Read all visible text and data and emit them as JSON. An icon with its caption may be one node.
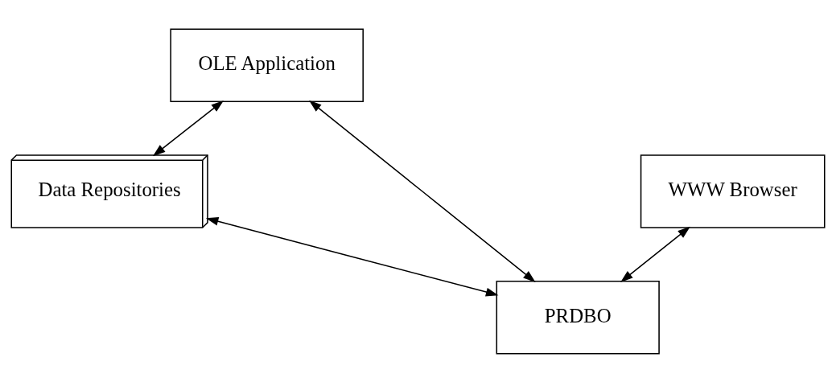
{
  "diagram": {
    "nodes": [
      {
        "text": [
          "OLE Application"
        ]
      },
      {
        "text": [
          "WWW Browser"
        ]
      },
      {
        "text": [
          "Data Repositories"
        ]
      },
      {
        "text": [
          "PRDBO"
        ]
      }
    ],
    "edges": [
      {
        "from": 0,
        "to": 3,
        "arrow": "both"
      },
      {
        "from": 0,
        "to": 2,
        "arrow": "both"
      },
      {
        "from": 1,
        "to": 3,
        "arrow": "both"
      },
      {
        "from": 3,
        "to": 2,
        "arrow": "both"
      }
    ]
  }
}
